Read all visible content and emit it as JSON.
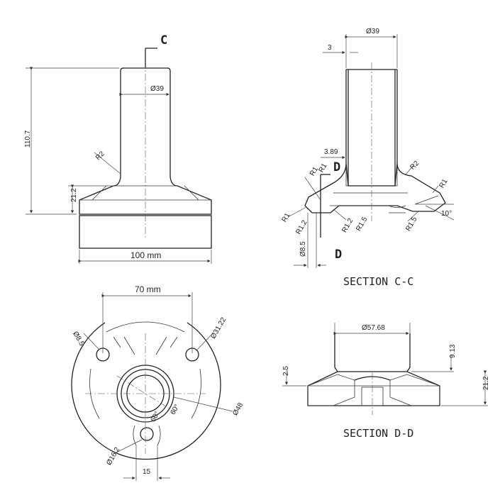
{
  "front_view": {
    "height_dim": "110.7",
    "base_height_dim": "21.2",
    "width_dim": "100 mm",
    "tube_diameter": "Ø39",
    "fillet": "R2",
    "section_marker": "C"
  },
  "section_cc": {
    "title": "SECTION C-C",
    "top_diameter": "Ø39",
    "wall_thickness": "3",
    "step": "3.89",
    "section_marker": "D",
    "radii": [
      "R1",
      "R1",
      "R1",
      "R1.2",
      "R1.2",
      "R1.5",
      "R1.5",
      "R2",
      "R1"
    ],
    "hole_diameter": "Ø8.5",
    "angle": "10°"
  },
  "bottom_view": {
    "hole_spacing": "70 mm",
    "hole_diameter": "Ø8.5",
    "bore_diameter": "Ø31.22",
    "outer_diameter": "Ø48",
    "lower_hole_diameter": "Ø16.2",
    "slot_width": "15",
    "angle_left": "60°",
    "angle_right": "60°"
  },
  "section_dd": {
    "title": "SECTION D-D",
    "diameter": "Ø57.68",
    "height_left": "2.5",
    "height_right_small": "9.13",
    "height_right": "21.2"
  }
}
